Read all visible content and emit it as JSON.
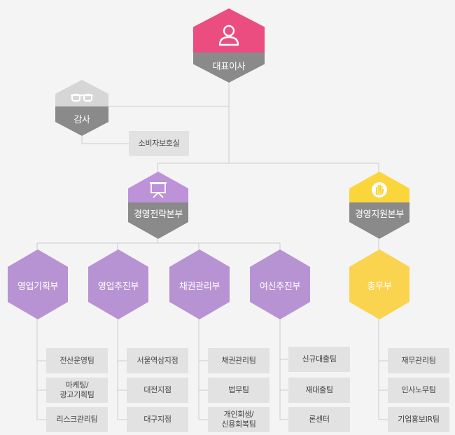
{
  "colors": {
    "ceo": "#ec4d80",
    "grey_band": "#8a8a8a",
    "audit": "#d6d6d6",
    "strategy": "#bd92d8",
    "support": "#fbd53c",
    "purple_dept": "#b893d4",
    "yellow_dept": "#fad44e",
    "team_box": "#e2e2e2",
    "line": "#cccccc"
  },
  "ceo": {
    "label": "대표이사",
    "icon": "person-icon"
  },
  "audit": {
    "label": "감사",
    "icon": "glasses-icon"
  },
  "consumer_office": {
    "label": "소비자보호실"
  },
  "headquarters": [
    {
      "label": "경영전략본부",
      "icon": "presentation-board-icon"
    },
    {
      "label": "경영지원본부",
      "icon": "hand-stop-icon"
    }
  ],
  "departments": [
    {
      "label": "영업기획부",
      "teams": [
        [
          "전산운영팀"
        ],
        [
          "마케팅/",
          "광고기획팀"
        ],
        [
          "리스크관리팀"
        ]
      ]
    },
    {
      "label": "영업추진부",
      "teams": [
        [
          "서울역삼지점"
        ],
        [
          "대전지점"
        ],
        [
          "대구지점"
        ]
      ]
    },
    {
      "label": "채권관리부",
      "teams": [
        [
          "채권관리팀"
        ],
        [
          "법무팀"
        ],
        [
          "개인회생/",
          "신용회복팀"
        ]
      ]
    },
    {
      "label": "여신추진부",
      "teams": [
        [
          "신규대출팀"
        ],
        [
          "재대출팀"
        ],
        [
          "론센터"
        ]
      ]
    },
    {
      "label": "총무부",
      "teams": [
        [
          "재무관리팀"
        ],
        [
          "인사노무팀"
        ],
        [
          "기업홍보IR팀"
        ]
      ]
    }
  ]
}
